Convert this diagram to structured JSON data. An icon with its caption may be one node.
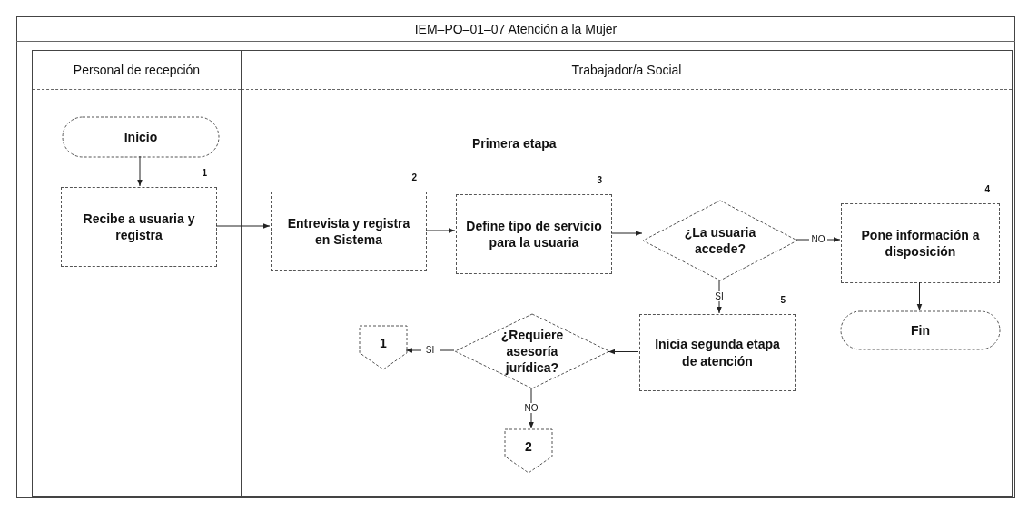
{
  "diagram": {
    "title": "IEM–PO–01–07 Atención a la Mujer",
    "nodes": [
      {
        "text": [
          "Personal de recepción"
        ]
      },
      {
        "text": [
          "Trabajador/a Social"
        ]
      },
      {
        "text": [
          "Inicio"
        ],
        "in": 0
      },
      {
        "text": [
          "Recibe a usuaria y registra"
        ],
        "in": 0,
        "beside": [
          "1"
        ]
      },
      {
        "text": [
          "Entrevista y registra en Sistema"
        ],
        "in": 1,
        "beside": [
          "2"
        ]
      },
      {
        "text": [
          "Define tipo de servicio para la usuaria"
        ],
        "in": 1,
        "beside": [
          "3"
        ]
      },
      {
        "text": [
          "¿La usuaria accede?"
        ],
        "in": 1
      },
      {
        "text": [
          "Pone  información a disposición"
        ],
        "in": 1,
        "beside": [
          "4"
        ]
      },
      {
        "text": [
          "Fin"
        ],
        "in": 1
      },
      {
        "text": [
          "Inicia segunda etapa de atención"
        ],
        "in": 1,
        "beside": [
          "5"
        ]
      },
      {
        "text": [
          "¿Requiere asesoría jurídica?"
        ],
        "in": 1
      },
      {
        "text": [
          "1"
        ],
        "in": 1
      },
      {
        "text": [
          "2"
        ],
        "in": 1
      }
    ],
    "edges": [
      {
        "from": 2,
        "to": 3,
        "arrow": "to"
      },
      {
        "from": 3,
        "to": 4,
        "arrow": "to"
      },
      {
        "from": 4,
        "to": 5,
        "arrow": "to"
      },
      {
        "from": 5,
        "to": 6,
        "arrow": "to"
      },
      {
        "from": 6,
        "to": 7,
        "arrow": "to",
        "label": "NO"
      },
      {
        "from": 6,
        "to": 9,
        "arrow": "to",
        "label": "SI"
      },
      {
        "from": 7,
        "to": 8,
        "arrow": "to"
      },
      {
        "from": 9,
        "to": 10,
        "arrow": "to"
      },
      {
        "from": 10,
        "to": 11,
        "arrow": "to",
        "label": "SI"
      },
      {
        "from": 10,
        "to": 12,
        "arrow": "to",
        "label": "NO"
      }
    ],
    "labels": [
      "Primera etapa"
    ]
  }
}
